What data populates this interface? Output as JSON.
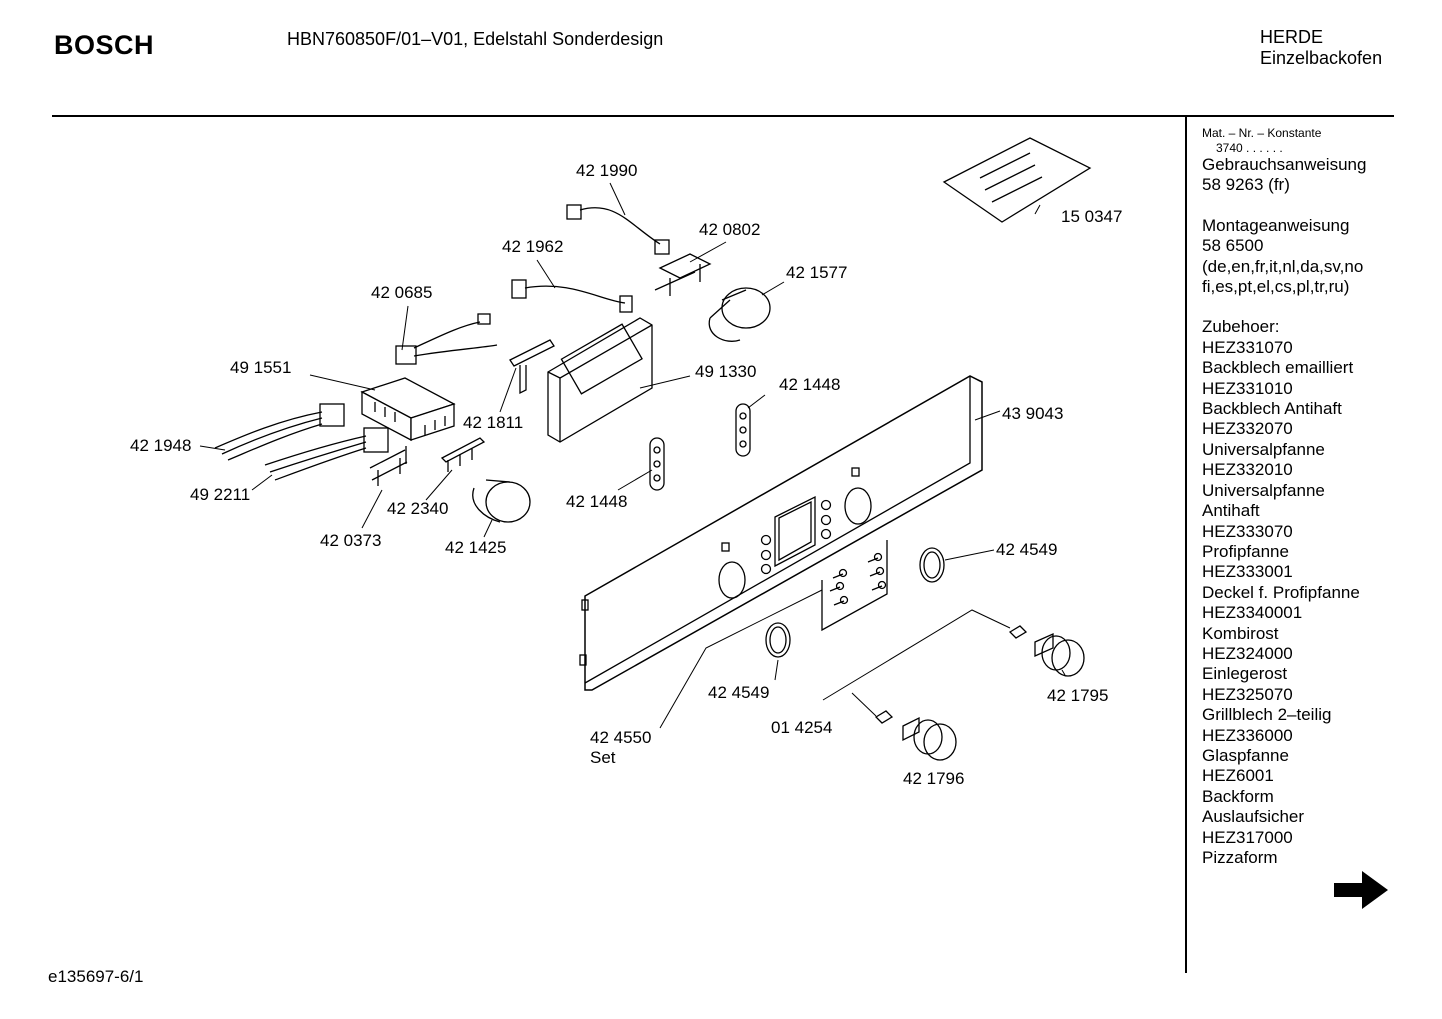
{
  "header": {
    "brand": "BOSCH",
    "model": "HBN760850F/01–V01, Edelstahl Sonderdesign",
    "category_line1": "HERDE",
    "category_line2": "Einzelbackofen"
  },
  "sidebar": {
    "const_label": "Mat. – Nr. – Konstante",
    "const_value": "3740 . . . . . .",
    "entries": [
      "Gebrauchsanweisung",
      "58 9263 (fr)",
      "",
      "Montageanweisung",
      "58 6500",
      "(de,en,fr,it,nl,da,sv,no",
      "fi,es,pt,el,cs,pl,tr,ru)",
      "",
      "Zubehoer:",
      "HEZ331070",
      "Backblech emailliert",
      "HEZ331010",
      "Backblech Antihaft",
      "HEZ332070",
      "Universalpfanne",
      "HEZ332010",
      "Universalpfanne",
      "Antihaft",
      "HEZ333070",
      "Profipfanne",
      "HEZ333001",
      "Deckel f. Profipfanne",
      "HEZ3340001",
      "Kombirost",
      "HEZ324000",
      "Einlegerost",
      "HEZ325070",
      "Grillblech 2–teilig",
      "HEZ336000",
      "Glaspfanne",
      "HEZ6001",
      "Backform",
      "Auslaufsicher",
      "HEZ317000",
      "Pizzaform"
    ],
    "next_icon": "arrow-right-icon"
  },
  "parts": {
    "p421990": "42 1990",
    "p420802": "42 0802",
    "p421962": "42 1962",
    "p421577": "42 1577",
    "p420685": "42 0685",
    "p491551": "49 1551",
    "p491330": "49 1330",
    "p421448a": "42 1448",
    "p421811": "42 1811",
    "p421948": "42 1948",
    "p439043": "43 9043",
    "p492211": "49 2211",
    "p422340": "42 2340",
    "p421448b": "42 1448",
    "p420373": "42 0373",
    "p421425": "42 1425",
    "p424549a": "42 4549",
    "p424549b": "42 4549",
    "p421795": "42 1795",
    "p014254": "01 4254",
    "p424550": "42 4550",
    "set": "Set",
    "p421796": "42 1796",
    "p150347": "15 0347"
  },
  "footer": {
    "doc_id": "e135697-6/1"
  }
}
